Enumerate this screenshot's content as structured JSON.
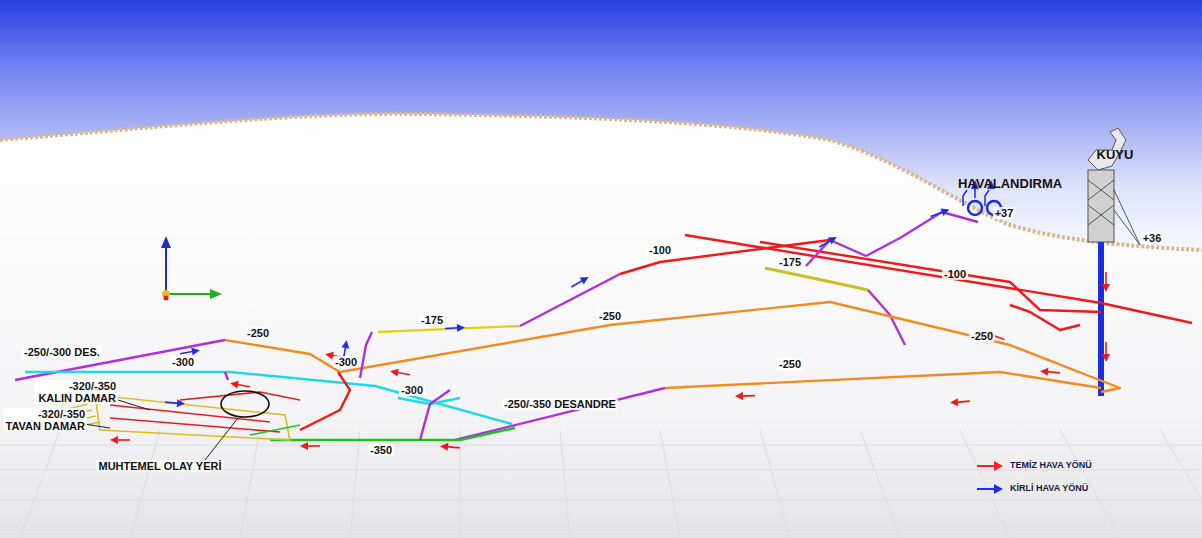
{
  "diagram": {
    "labels": [
      "KUYU",
      "HAVALANDIRMA",
      "+37",
      "+36",
      "-100",
      "-100",
      "-175",
      "-175",
      "-250/-300 DES.",
      "-250",
      "-300",
      "-300",
      "-300",
      "-250",
      "-250",
      "-250",
      "-250/-350 DESANDRE",
      "-350",
      "-320/-350 KALIN DAMAR",
      "-320/-350 TAVAN DAMAR",
      "MUHTEMEL OLAY YERİ"
    ],
    "legend": [
      {
        "text": "TEMİZ HAVA YÖNÜ",
        "color": "#ff2020"
      },
      {
        "text": "KİRLİ HAVA YÖNÜ",
        "color": "#2030e0"
      }
    ]
  }
}
